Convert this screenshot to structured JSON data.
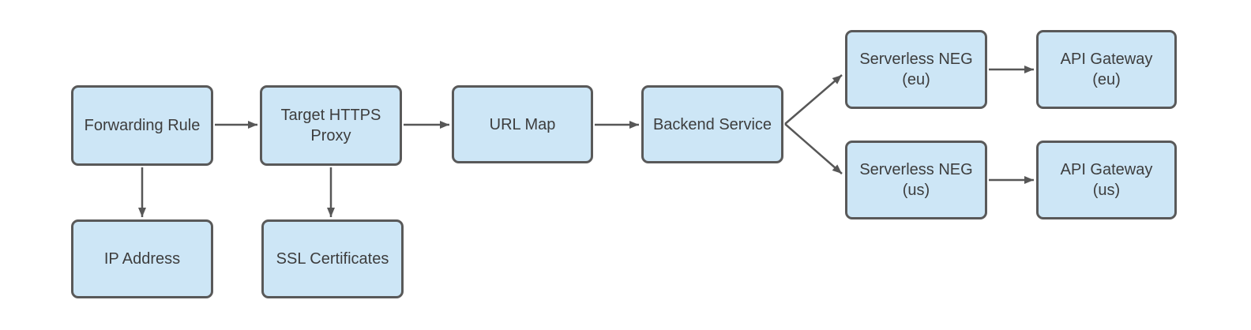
{
  "page": {
    "background": "#ffffff",
    "kind": "flow-diagram"
  },
  "colors": {
    "node_fill": "#cde6f6",
    "node_border": "#595959",
    "node_text": "#3d3d3d",
    "arrow": "#575757"
  },
  "diagram": {
    "type": "flowchart",
    "nodes": [
      {
        "id": "forwarding-rule",
        "label": "Forwarding Rule"
      },
      {
        "id": "target-https-proxy",
        "label": "Target HTTPS\nProxy"
      },
      {
        "id": "url-map",
        "label": "URL Map"
      },
      {
        "id": "backend-service",
        "label": "Backend Service"
      },
      {
        "id": "serverless-neg-eu",
        "label": "Serverless NEG\n(eu)"
      },
      {
        "id": "api-gateway-eu",
        "label": "API Gateway\n(eu)"
      },
      {
        "id": "serverless-neg-us",
        "label": "Serverless NEG\n(us)"
      },
      {
        "id": "api-gateway-us",
        "label": "API Gateway\n(us)"
      },
      {
        "id": "ip-address",
        "label": "IP Address"
      },
      {
        "id": "ssl-certificates",
        "label": "SSL Certificates"
      }
    ],
    "edges": [
      {
        "from": "forwarding-rule",
        "to": "target-https-proxy"
      },
      {
        "from": "target-https-proxy",
        "to": "url-map"
      },
      {
        "from": "url-map",
        "to": "backend-service"
      },
      {
        "from": "backend-service",
        "to": "serverless-neg-eu"
      },
      {
        "from": "backend-service",
        "to": "serverless-neg-us"
      },
      {
        "from": "serverless-neg-eu",
        "to": "api-gateway-eu"
      },
      {
        "from": "serverless-neg-us",
        "to": "api-gateway-us"
      },
      {
        "from": "forwarding-rule",
        "to": "ip-address"
      },
      {
        "from": "target-https-proxy",
        "to": "ssl-certificates"
      }
    ]
  }
}
